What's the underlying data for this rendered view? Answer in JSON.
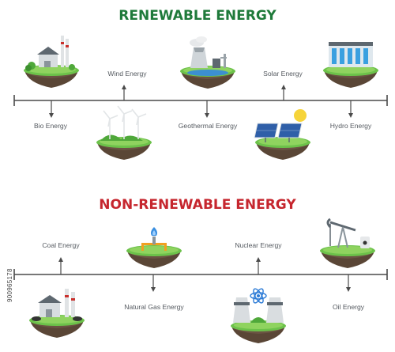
{
  "renewable": {
    "title": "RENEWABLE ENERGY",
    "title_color": "#1f7a3a",
    "labels": {
      "wind": "Wind Energy",
      "solar": "Solar Energy",
      "bio": "Bio Energy",
      "geothermal": "Geothermal Energy",
      "hydro": "Hydro Energy"
    }
  },
  "nonrenewable": {
    "title": "NON-RENEWABLE ENERGY",
    "title_color": "#c6262e",
    "labels": {
      "coal": "Coal Energy",
      "nuclear": "Nuclear Energy",
      "natural_gas": "Natural Gas Energy",
      "oil": "Oil  Energy"
    }
  },
  "side_id": "900965178",
  "icons": [
    "biomass-plant-icon",
    "geothermal-plant-icon",
    "hydro-dam-icon",
    "wind-turbines-icon",
    "solar-panels-icon",
    "coal-plant-icon",
    "gas-burner-icon",
    "nuclear-plant-icon",
    "oil-pumpjack-icon"
  ],
  "colors": {
    "timeline": "#4a4a4a",
    "grass": "#6cc24a",
    "soil": "#5a4636"
  }
}
